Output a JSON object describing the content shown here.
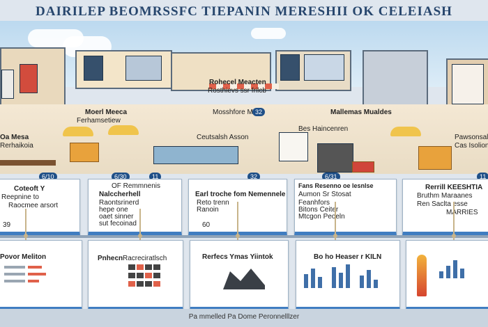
{
  "title": "DAIRILEP BEOMRSSFC TIEPANIN MERESHII OK CELEIASH",
  "footer": "Pa mmelled Pa Dome Peronnelllzer",
  "street_labels": [
    {
      "text": "Rohecel Meacten",
      "bold": true
    },
    {
      "text": "Rosthievs ssr frilcb",
      "bold": false
    },
    {
      "text": "Moerl Meeca",
      "bold": true
    },
    {
      "text": "Ferhamsetiew",
      "bold": false
    },
    {
      "text": "Mosshfore Mehh",
      "bold": false
    },
    {
      "text": "Oa Mesa",
      "bold": true
    },
    {
      "text": "Rerhaikoia",
      "bold": false
    },
    {
      "text": "Ceutsalsh Asson",
      "bold": false
    },
    {
      "text": "Mallemas Mualdes",
      "bold": true
    },
    {
      "text": "Bes Haincenren",
      "bold": false
    },
    {
      "text": "Pawsonsal",
      "bold": false
    },
    {
      "text": "Cas Isolion",
      "bold": false
    }
  ],
  "badges": [
    "6/10",
    "32",
    "32",
    "6/30",
    "11",
    "6/31",
    "11"
  ],
  "cards_top": [
    {
      "title": "Coteoft Y",
      "lines": [
        "Reepnine to",
        "Raocmee arsort",
        "39"
      ]
    },
    {
      "title": "Nalccherhell",
      "subtitle": "OF Remmnenis",
      "lines": [
        "Raontsrinerd",
        "hepe one",
        "oaet sinner",
        "sut fecoinad"
      ]
    },
    {
      "title": "Earl troche fom Nemennele",
      "lines": [
        "Reto trenn",
        "Ranoin"
      ],
      "badge": "60"
    },
    {
      "title": "Fans Resenno oe lesnlse",
      "lines": [
        "Aumon Sr Stosat",
        "Feanhfors",
        "Bitons Ceiter",
        "Mtcgon Peoeln"
      ]
    },
    {
      "title": "Rerrill KEESHTIA",
      "lines": [
        "Bruthm Maraanes",
        "Ren Saclta esse",
        "MARRIES"
      ]
    }
  ],
  "cards_bottom": [
    {
      "title": "Povor Meliton"
    },
    {
      "title": "Pnhecn",
      "subtitle": "Racreciratlsch"
    },
    {
      "title": "Rerfecs Ymas Yiintok"
    },
    {
      "title": "Bo ho Heaser r KILN"
    },
    {
      "title": ""
    }
  ],
  "colors": {
    "accent": "#3f7dc1",
    "badge": "#1f4f87",
    "title": "#27466d"
  }
}
